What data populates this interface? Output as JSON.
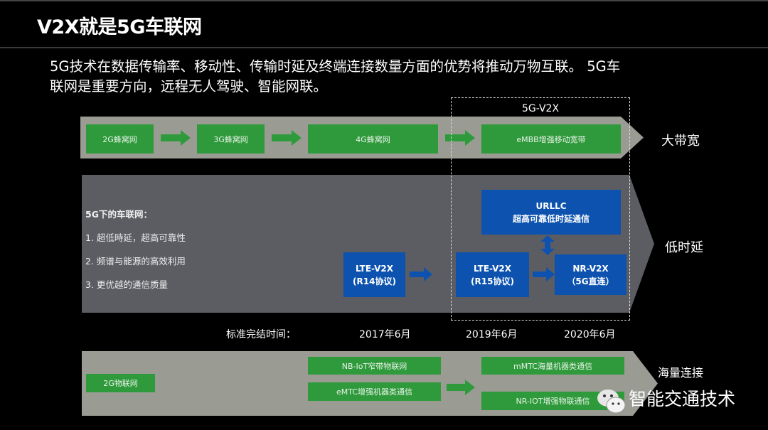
{
  "header": {
    "title": "V2X就是5G车联网"
  },
  "intro": {
    "line1": "5G技术在数据传输率、移动性、传输时延及终端连接数量方面的优势将推动万物互联。 5G车",
    "line2": "联网是重要方向，远程无人驾驶、智能网联。"
  },
  "group_label": "5G-V2X",
  "bandwidth": {
    "boxes": [
      "2G蜂窝网",
      "3G蜂窝网",
      "4G蜂窝网",
      "eMBB增强移动宽带"
    ],
    "label": "大带宽"
  },
  "latency": {
    "heading": "5G下的车联网：",
    "items": [
      "1.  超低時延，超高可靠性",
      "2.  频谱与能源的高效利用",
      "3.  更优越的通信质量"
    ],
    "lte14": {
      "title": "LTE-V2X",
      "sub": "(R14协议)"
    },
    "lte15": {
      "title": "LTE-V2X",
      "sub": "(R15协议)"
    },
    "urllc": {
      "title": "URLLC",
      "sub": "超高可靠低时延通信"
    },
    "nr": {
      "title": "NR-V2X",
      "sub": "（5G直连）"
    },
    "label": "低时延"
  },
  "timeline": {
    "label": "标准完结时间：",
    "dates": [
      "2017年6月",
      "2019年6月",
      "2020年6月"
    ]
  },
  "iot": {
    "boxes": [
      "2G物联网",
      "NB-IoT窄带物联网",
      "eMTC增强机器类通信",
      "mMTC海量机器类通信",
      "NR-IOT增强物联通信"
    ],
    "label": "海量连接"
  },
  "watermark": {
    "text": "智能交通技术",
    "icon": "wechat-icon"
  },
  "colors": {
    "green": "#2f9a3c",
    "blue": "#0c52ae",
    "band_light": "#9a9c94",
    "band_dark": "#5b5d63"
  }
}
